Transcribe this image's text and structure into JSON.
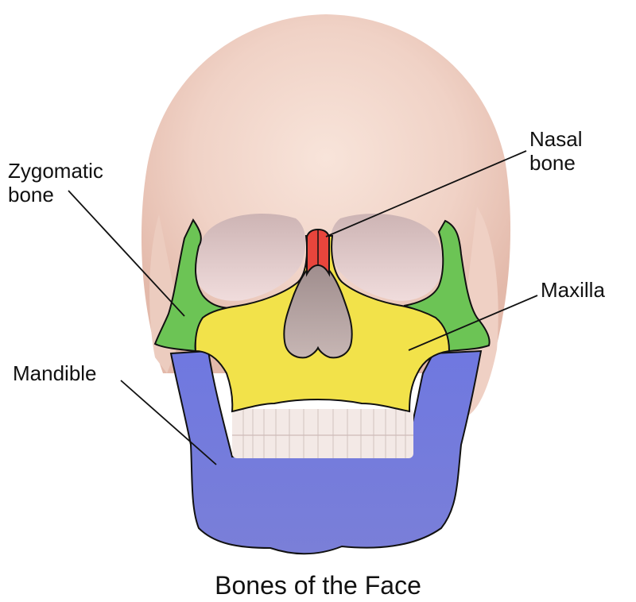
{
  "title": "Bones of the Face",
  "labels": {
    "zygomatic": {
      "line1": "Zygomatic",
      "line2": "bone"
    },
    "nasal": {
      "line1": "Nasal",
      "line2": "bone"
    },
    "maxilla": {
      "line1": "Maxilla"
    },
    "mandible": {
      "line1": "Mandible"
    }
  },
  "colors": {
    "skull": "#f0d2c6",
    "skull_shade": "#e6bfb2",
    "orbit": "#dcc5c6",
    "zygomatic": "#6cc455",
    "maxilla": "#f2e24a",
    "nasal": "#e8453c",
    "mandible": "#7078dc",
    "teeth": "#f3e9e6",
    "nasal_cavity": "#b8a6a6",
    "outline": "#111111"
  }
}
